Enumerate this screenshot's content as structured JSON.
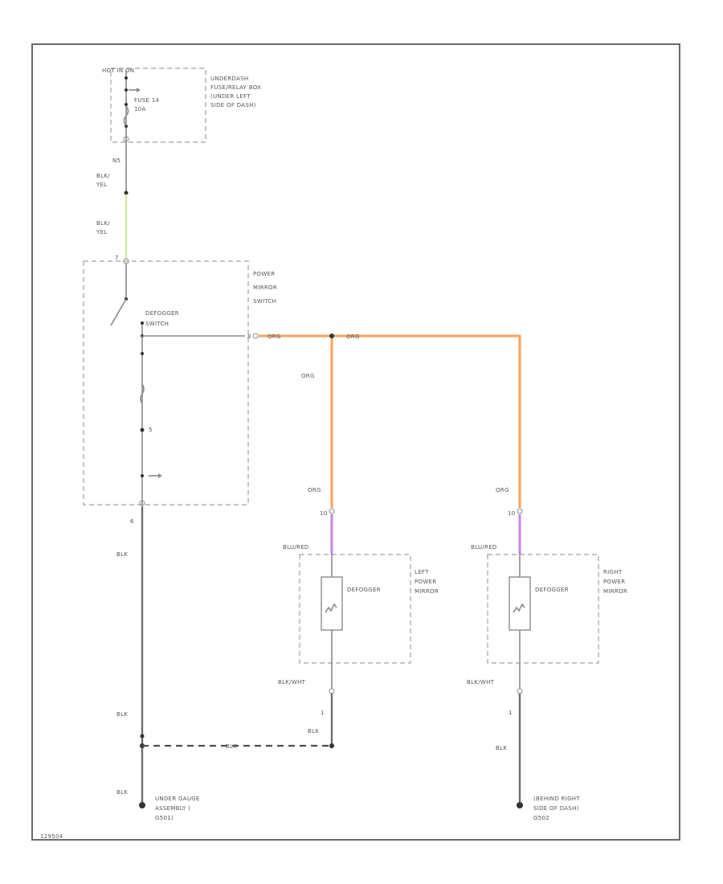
{
  "colors": {
    "orange_wire": "#f9a25a",
    "violet_wire": "#c784e0",
    "green_wire": "#d3e6a3",
    "gray_wire": "#8a8a8a"
  },
  "fuse_box": {
    "feed": "HOT IN ON",
    "fuse": "FUSE 14",
    "amp": "10A",
    "location_1": "UNDERDASH",
    "location_2": "FUSE/RELAY BOX",
    "location_3": "(UNDER LEFT",
    "location_4": "SIDE OF DASH)"
  },
  "wires": {
    "pin_fuse_out": "N5",
    "blk_yel_1a": "BLK/",
    "blk_yel_1b": "YEL",
    "blk_yel_2a": "BLK/",
    "blk_yel_2b": "YEL",
    "org_top_left": "ORG",
    "org_top_right": "ORG",
    "org_junction": "ORG",
    "org_left": "ORG",
    "org_right": "ORG",
    "blu_red_left": "BLU/RED",
    "blu_red_right": "BLU/RED",
    "blk_wht_left": "BLK/WHT",
    "blk_wht_right": "BLK/WHT",
    "blk_switch": "BLK",
    "blk_lower": "BLK",
    "blk_ground_label": "BLK",
    "blk_left_mirror_gnd": "BLK",
    "blk_dashed": "BLK",
    "blk_right_gnd": "BLK"
  },
  "power_mirror_switch": {
    "title_1": "POWER",
    "title_2": "MIRROR",
    "title_3": "SWITCH",
    "defogger_1": "DEFOGGER",
    "defogger_2": "SWITCH",
    "pin_in": "7",
    "pin_out": "8",
    "pin_mid": "5",
    "pin_gnd": "6"
  },
  "left_mirror": {
    "pin_in": "10",
    "pin_gnd": "1",
    "element": "DEFOGGER",
    "title_1": "LEFT",
    "title_2": "POWER",
    "title_3": "MIRROR"
  },
  "right_mirror": {
    "pin_in": "10",
    "pin_gnd": "1",
    "element": "DEFOGGER",
    "title_1": "RIGHT",
    "title_2": "POWER",
    "title_3": "MIRROR"
  },
  "ground_left": {
    "line_1": "UNDER GAUGE",
    "line_2": "ASSEMBLY (",
    "line_3": "G501)"
  },
  "ground_right": {
    "line_1": "(BEHIND RIGHT",
    "line_2": "SIDE OF DASH)",
    "line_3": "G502"
  },
  "figure_id": "129504"
}
